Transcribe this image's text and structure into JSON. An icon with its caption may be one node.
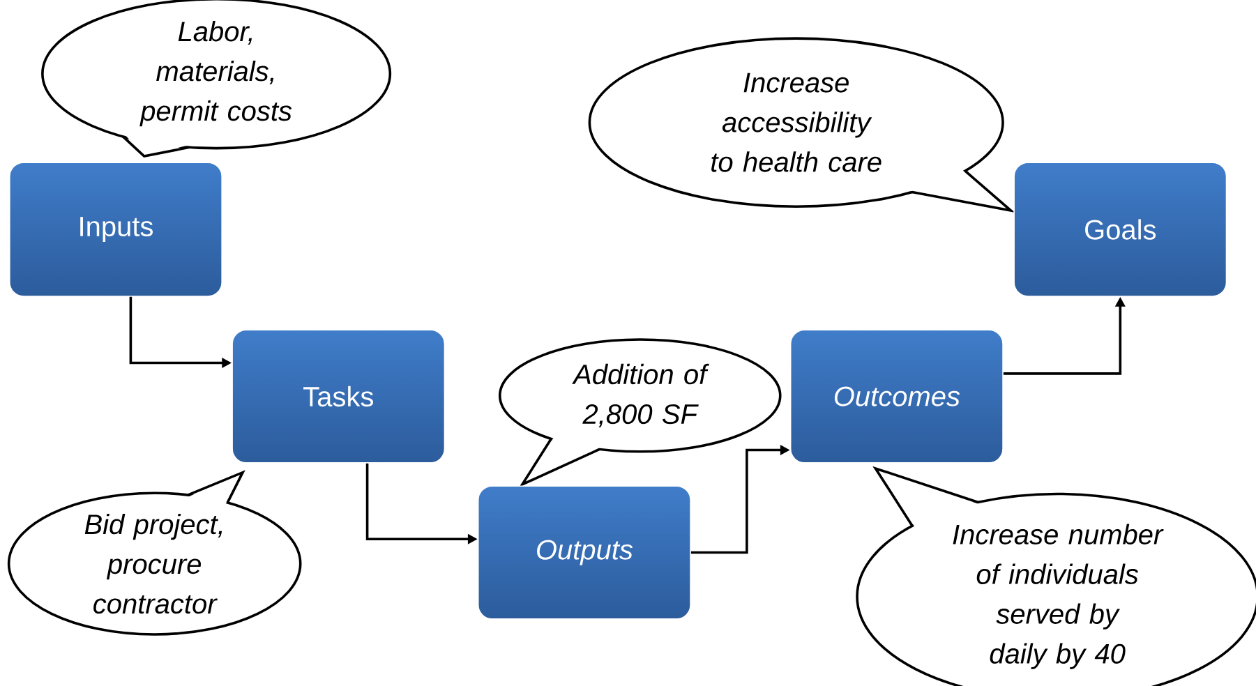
{
  "diagram": {
    "nodes": [
      {
        "text": [
          "Labor, materials, permit costs"
        ]
      },
      {
        "text": [
          "Increase accessibility to health care"
        ]
      },
      {
        "text": [
          "Inputs"
        ]
      },
      {
        "text": [
          "Goals"
        ]
      },
      {
        "text": [
          "Tasks"
        ]
      },
      {
        "text": [
          "Outcomes"
        ]
      },
      {
        "text": [
          "Addition of 2,800 SF"
        ]
      },
      {
        "text": [
          "Increase number of individuals served by daily by 40"
        ]
      },
      {
        "text": [
          "Bid project, procure contractor"
        ]
      },
      {
        "text": [
          "Outputs"
        ]
      }
    ],
    "edges": [
      {
        "from": 2,
        "to": 4,
        "arrow": "to"
      },
      {
        "from": 4,
        "to": 9,
        "arrow": "to"
      },
      {
        "from": 9,
        "to": 5,
        "arrow": "to"
      },
      {
        "from": 5,
        "to": 3,
        "arrow": "to"
      }
    ]
  }
}
